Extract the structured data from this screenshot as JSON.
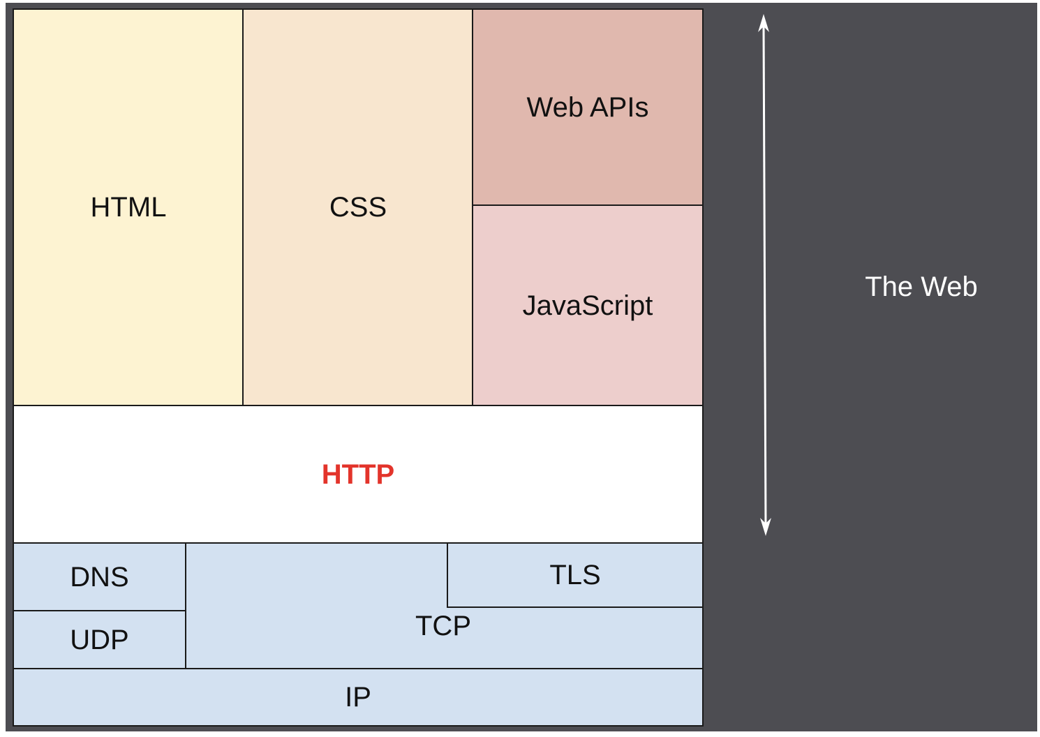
{
  "colors": {
    "panel_background": "#4d4d52",
    "html": "#fdf3d2",
    "css": "#f8e6cf",
    "web_apis": "#e0b8ae",
    "javascript": "#edcecc",
    "http": "#ffffff",
    "http_text": "#e3342b",
    "network": "#d3e1f1",
    "border": "#1a1a1a",
    "side_label_text": "#ffffff"
  },
  "boxes": {
    "html": "HTML",
    "css": "CSS",
    "web_apis": "Web APIs",
    "javascript": "JavaScript",
    "http": "HTTP",
    "dns": "DNS",
    "udp": "UDP",
    "tls": "TLS",
    "tcp": "TCP",
    "ip": "IP"
  },
  "side_label": "The Web",
  "arrow_icon": "double-headed-vertical-arrow-icon"
}
